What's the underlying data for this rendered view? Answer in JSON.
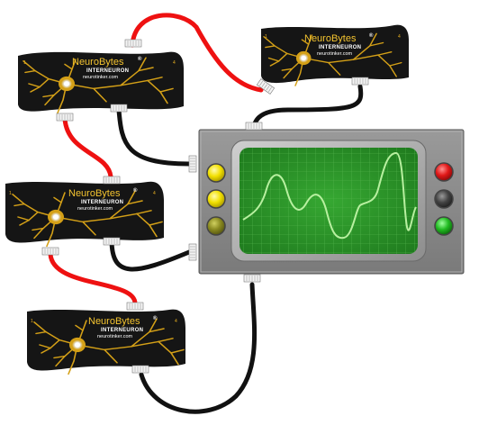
{
  "boards": [
    {
      "id": "b1",
      "brand": "NeuroBytes",
      "reg": "®",
      "model": "INTERNEURON",
      "url": "neurotinker.com",
      "in_label": "1",
      "out_label": "4"
    },
    {
      "id": "b2",
      "brand": "NeuroBytes",
      "reg": "®",
      "model": "INTERNEURON",
      "url": "neurotinker.com",
      "in_label": "1",
      "out_label": "4"
    },
    {
      "id": "b3",
      "brand": "NeuroBytes",
      "reg": "®",
      "model": "INTERNEURON",
      "url": "neurotinker.com",
      "in_label": "1",
      "out_label": "4"
    },
    {
      "id": "b4",
      "brand": "NeuroBytes",
      "reg": "®",
      "model": "INTERNEURON",
      "url": "neurotinker.com",
      "in_label": "1",
      "out_label": "4"
    }
  ],
  "oscilloscope": {
    "screen_color": "#2c9a2a",
    "trace_color": "#b8f0a0",
    "left_buttons": [
      "yellow",
      "yellow",
      "olive"
    ],
    "right_buttons": [
      "red",
      "gray",
      "green"
    ]
  },
  "colors": {
    "excitatory_wire": "#ee1111",
    "signal_wire": "#111111",
    "board": "#151515",
    "dendrite": "#d4a017",
    "case": "#8a8a8a",
    "yellow_button": "#f2e000",
    "olive_button": "#8a8a20",
    "red_button": "#e01818",
    "gray_button": "#444444",
    "green_button": "#22bb22"
  }
}
